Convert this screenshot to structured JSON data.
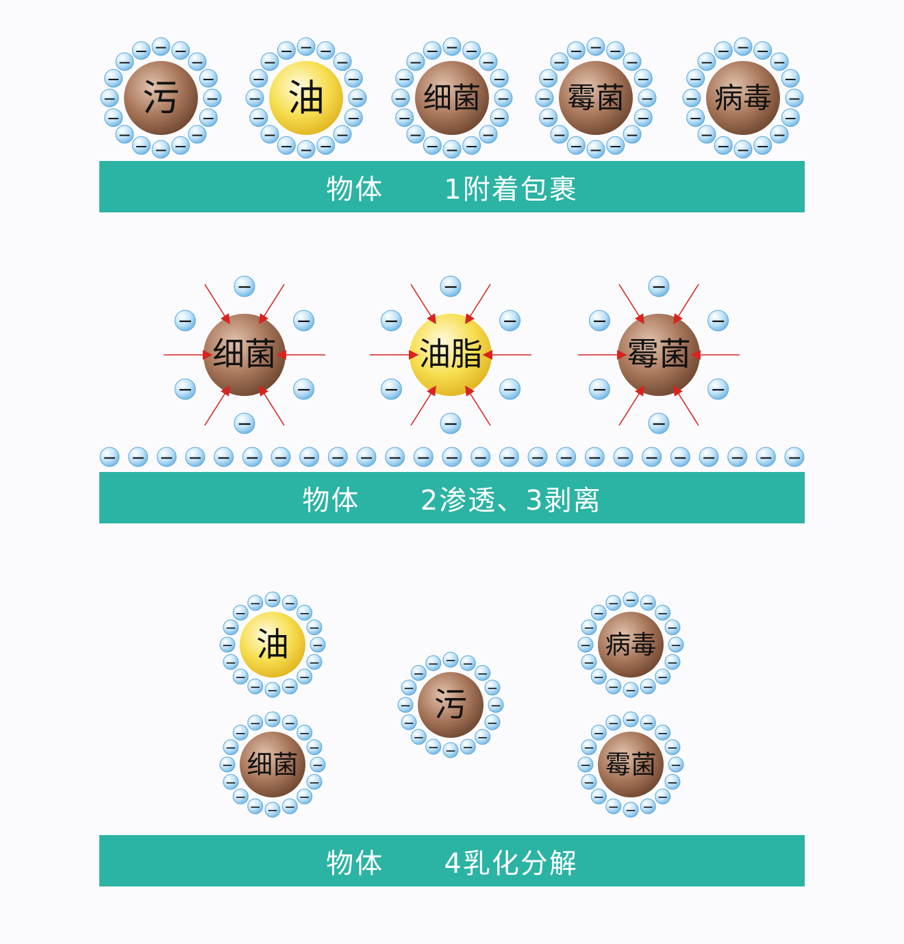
{
  "colors": {
    "band": "#2bb3a3",
    "band_text": "#ffffff",
    "brown_core": "#9a6a4f",
    "oil_core": "#f3d33a",
    "ion": "#a9d6f2",
    "arrow": "#d8231f"
  },
  "stage1": {
    "band_text": "物体      1附着包裹",
    "particles": [
      {
        "label": "污",
        "kind": "brown"
      },
      {
        "label": "油",
        "kind": "oil"
      },
      {
        "label": "细菌",
        "kind": "brown"
      },
      {
        "label": "霉菌",
        "kind": "brown"
      },
      {
        "label": "病毒",
        "kind": "brown"
      }
    ]
  },
  "stage2": {
    "band_text": "物体      2渗透、3剥离",
    "particles": [
      {
        "label": "细菌",
        "kind": "brown"
      },
      {
        "label": "油脂",
        "kind": "oil"
      },
      {
        "label": "霉菌",
        "kind": "brown"
      }
    ],
    "surface_ion_count": 25
  },
  "stage3": {
    "band_text": "物体      4乳化分解",
    "particles": [
      {
        "label": "油",
        "kind": "oil"
      },
      {
        "label": "细菌",
        "kind": "brown"
      },
      {
        "label": "污",
        "kind": "brown"
      },
      {
        "label": "病毒",
        "kind": "brown"
      },
      {
        "label": "霉菌",
        "kind": "brown"
      }
    ]
  },
  "ion_symbol": "−"
}
